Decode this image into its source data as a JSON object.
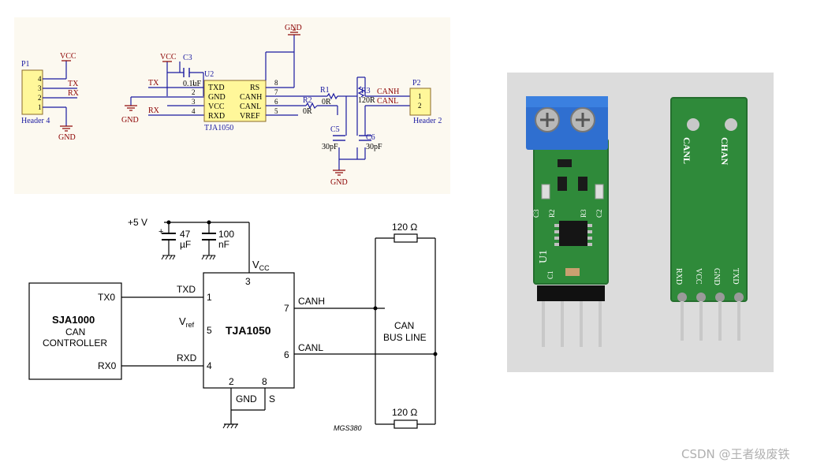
{
  "schematic_top": {
    "p1": {
      "ref": "P1",
      "name": "Header 4",
      "pins": [
        "4",
        "3",
        "2",
        "1"
      ],
      "nets": [
        "TX",
        "RX"
      ]
    },
    "u2": {
      "ref": "U2",
      "name": "TJA1050",
      "left_pins": [
        {
          "num": "1",
          "name": "TXD"
        },
        {
          "num": "2",
          "name": "GND"
        },
        {
          "num": "3",
          "name": "VCC"
        },
        {
          "num": "4",
          "name": "RXD"
        }
      ],
      "right_pins": [
        {
          "num": "8",
          "name": "RS"
        },
        {
          "num": "7",
          "name": "CANH"
        },
        {
          "num": "6",
          "name": "CANL"
        },
        {
          "num": "5",
          "name": "VREF"
        }
      ]
    },
    "c3": {
      "ref": "C3",
      "value": "0.1uF"
    },
    "r1": {
      "ref": "R1",
      "value": "0R"
    },
    "r2": {
      "ref": "R2",
      "value": "0R"
    },
    "r3": {
      "ref": "R3",
      "value": "120R"
    },
    "c5": {
      "ref": "C5",
      "value": "30pF"
    },
    "c6": {
      "ref": "C6",
      "value": "30pF"
    },
    "p2": {
      "ref": "P2",
      "name": "Header 2",
      "pins": [
        "1",
        "2"
      ],
      "nets": [
        "CANH",
        "CANL"
      ]
    },
    "vcc_label": "VCC",
    "gnd_label": "GND",
    "tx_label": "TX",
    "rx_label": "RX"
  },
  "schematic_bottom": {
    "supply": "+5 V",
    "c_big": {
      "value": "47",
      "unit": "µF"
    },
    "c_small": {
      "value": "100",
      "unit": "nF"
    },
    "vcc": "V",
    "vcc_sub": "CC",
    "controller": {
      "name": "SJA1000",
      "line1": "CAN",
      "line2": "CONTROLLER",
      "tx": "TX0",
      "rx": "RX0"
    },
    "transceiver": {
      "name": "TJA1050",
      "txd": "TXD",
      "rxd": "RXD",
      "vref": "V",
      "vref_sub": "ref",
      "canh": "CANH",
      "canl": "CANL",
      "gnd": "GND",
      "s": "S"
    },
    "pin_numbers": {
      "p1": "1",
      "p2": "2",
      "p3": "3",
      "p4": "4",
      "p5": "5",
      "p6": "6",
      "p7": "7",
      "p8": "8"
    },
    "bus": {
      "line1": "CAN",
      "line2": "BUS LINE"
    },
    "term_top": "120 Ω",
    "term_bottom": "120 Ω",
    "code": "MGS380"
  },
  "photo": {
    "pcb_labels_front": [
      "C3",
      "R2",
      "R3",
      "C2",
      "U1",
      "C1"
    ],
    "pcb_labels_back": [
      "CANL",
      "CHAN",
      "RXD",
      "VCC",
      "GND",
      "TXD"
    ]
  },
  "watermark": "CSDN @王者级废铁",
  "colors": {
    "schematic_bg": "#fcf9f0",
    "wire_blue": "#1a1aa0",
    "net_red": "#8b0000",
    "ic_fill": "#fff79a",
    "pcb_green": "#2f8a3a",
    "terminal_blue": "#2f6fd0"
  }
}
